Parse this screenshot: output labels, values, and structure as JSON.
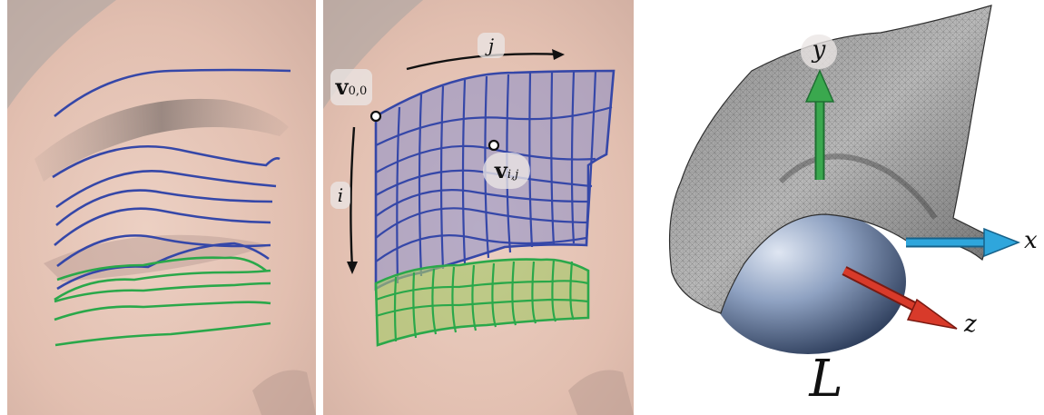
{
  "labels": {
    "v00_base": "v",
    "v00_sub": "0,0",
    "vij_base": "v",
    "vij_sub": "i,j",
    "j_axis": "j",
    "i_axis": "i",
    "x_axis": "x",
    "y_axis": "y",
    "z_axis": "z",
    "lens": "L"
  },
  "colors": {
    "skin": "#e6c4b6",
    "blue_curve": "#3547a8",
    "green_curve": "#2aa84a",
    "x_arrow": "#2fa6dc",
    "y_arrow": "#3aa84e",
    "z_arrow": "#d83a2a",
    "eyeball": "#7f93b3",
    "mesh": "#9a9a9a"
  }
}
